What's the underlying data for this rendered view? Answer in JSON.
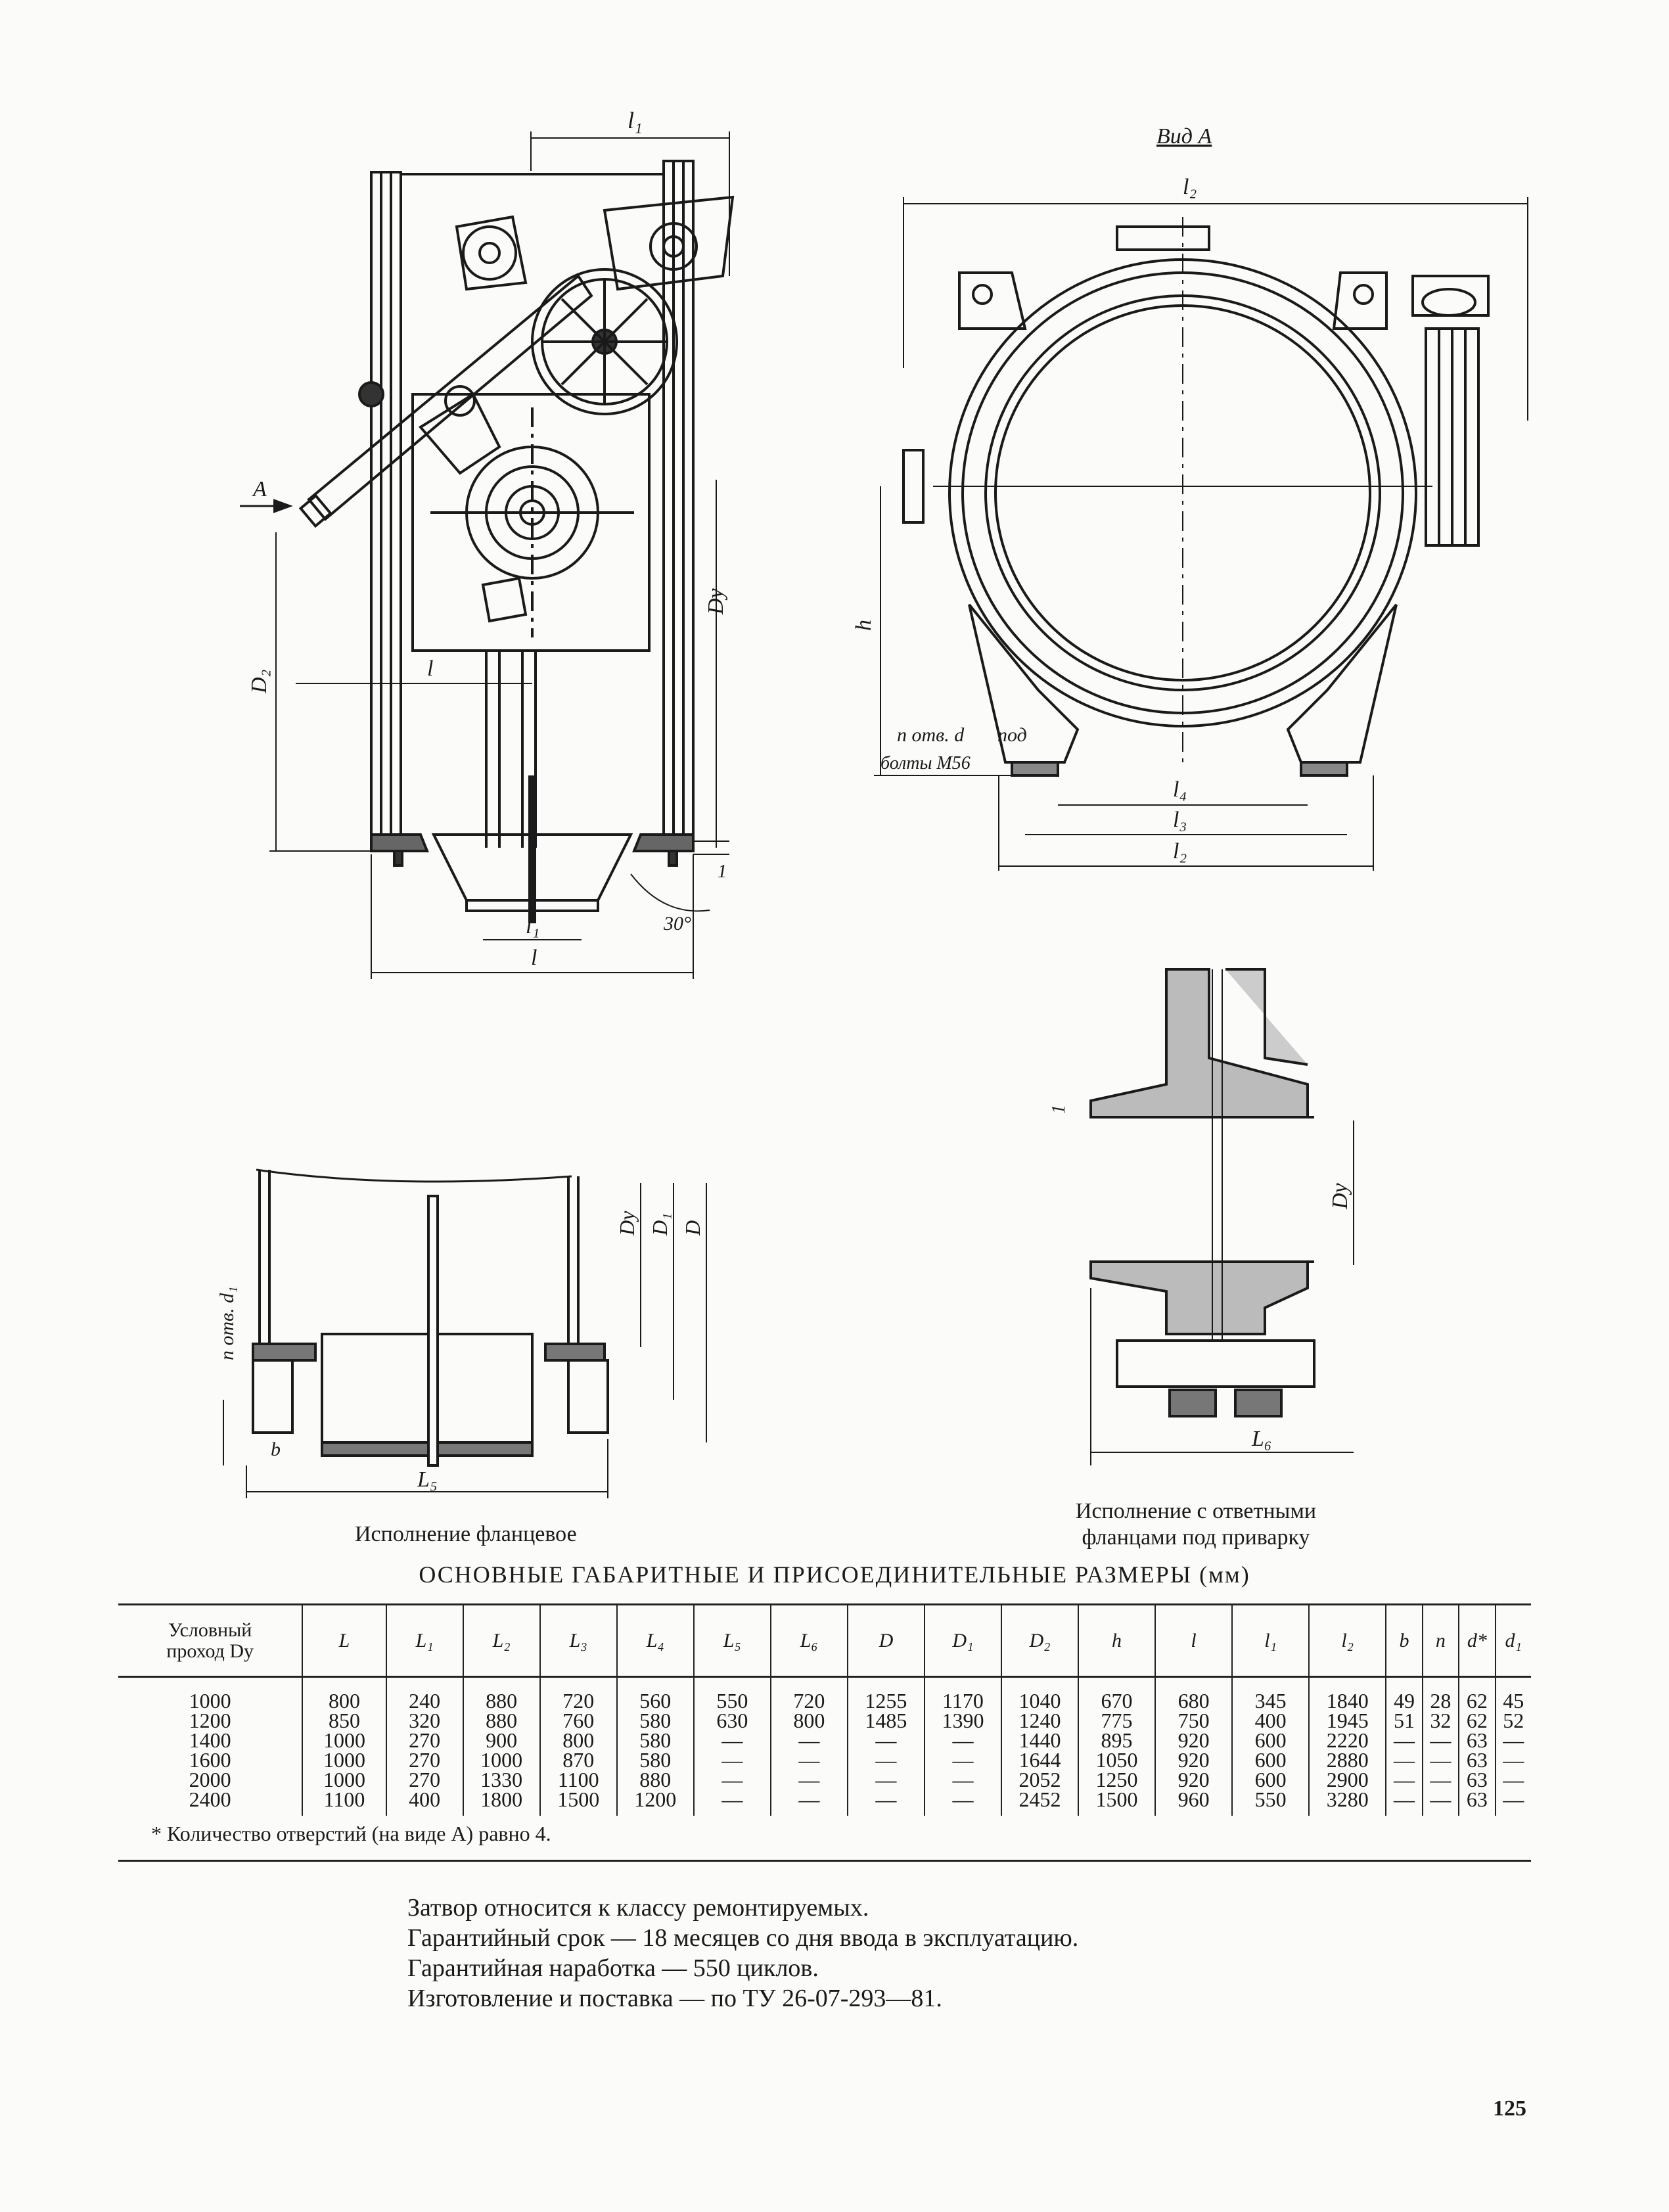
{
  "drawing_labels": {
    "main_l1": "l₁",
    "arrow_a": "A",
    "dy": "Dу",
    "d2": "D₂",
    "l": "l",
    "l1_bottom": "l₁",
    "l_bottom": "l",
    "angle": "30°",
    "one": "1",
    "vid_a": "Вид А",
    "l2_top": "l₂",
    "h": "h",
    "n_otv_d": "n отв. d",
    "pod": "под",
    "bolty": "болты М56",
    "l4": "l₄",
    "l3": "l₃",
    "l2_bottom": "l₂",
    "flange_dy": "Dу",
    "flange_d1": "D₁",
    "flange_d": "D",
    "n_otv_d1": "n отв. d₁",
    "b": "b",
    "l5": "L₅",
    "weld_one": "1",
    "weld_dy": "Dу",
    "l6": "L₆"
  },
  "captions": {
    "flanged": "Исполнение фланцевое",
    "weld_line1": "Исполнение с ответными",
    "weld_line2": "фланцами под приварку"
  },
  "table": {
    "title": "ОСНОВНЫЕ ГАБАРИТНЫЕ И ПРИСОЕДИНИТЕЛЬНЫЕ РАЗМЕРЫ (мм)",
    "headers": [
      "Условный\nпроход Dу",
      "L",
      "L₁",
      "L₂",
      "L₃",
      "L₄",
      "L₅",
      "L₆",
      "D",
      "D₁",
      "D₂",
      "h",
      "l",
      "l₁",
      "l₂",
      "b",
      "n",
      "d*",
      "d₁"
    ],
    "columns": [
      [
        "1000",
        "1200",
        "1400",
        "1600",
        "2000",
        "2400"
      ],
      [
        "800",
        "850",
        "1000",
        "1000",
        "1000",
        "1100"
      ],
      [
        "240",
        "320",
        "270",
        "270",
        "270",
        "400"
      ],
      [
        "880",
        "880",
        "900",
        "1000",
        "1330",
        "1800"
      ],
      [
        "720",
        "760",
        "800",
        "870",
        "1100",
        "1500"
      ],
      [
        "560",
        "580",
        "580",
        "580",
        "880",
        "1200"
      ],
      [
        "550",
        "630",
        "—",
        "—",
        "—",
        "—"
      ],
      [
        "720",
        "800",
        "—",
        "—",
        "—",
        "—"
      ],
      [
        "1255",
        "1485",
        "—",
        "—",
        "—",
        "—"
      ],
      [
        "1170",
        "1390",
        "—",
        "—",
        "—",
        "—"
      ],
      [
        "1040",
        "1240",
        "1440",
        "1644",
        "2052",
        "2452"
      ],
      [
        "670",
        "775",
        "895",
        "1050",
        "1250",
        "1500"
      ],
      [
        "680",
        "750",
        "920",
        "920",
        "920",
        "960"
      ],
      [
        "345",
        "400",
        "600",
        "600",
        "600",
        "550"
      ],
      [
        "1840",
        "1945",
        "2220",
        "2880",
        "2900",
        "3280"
      ],
      [
        "49",
        "51",
        "—",
        "—",
        "—",
        "—"
      ],
      [
        "28",
        "32",
        "—",
        "—",
        "—",
        "—"
      ],
      [
        "62",
        "62",
        "63",
        "63",
        "63",
        "63"
      ],
      [
        "45",
        "52",
        "—",
        "—",
        "—",
        "—"
      ]
    ]
  },
  "footnote": "* Количество отверстий (на виде А) равно 4.",
  "notes": [
    "Затвор относится к классу ремонтируемых.",
    "Гарантийный срок — 18 месяцев со дня ввода в эксплуатацию.",
    "Гарантийная наработка — 550 циклов.",
    "Изготовление и поставка — по ТУ 26-07-293—81."
  ],
  "page_number": "125"
}
